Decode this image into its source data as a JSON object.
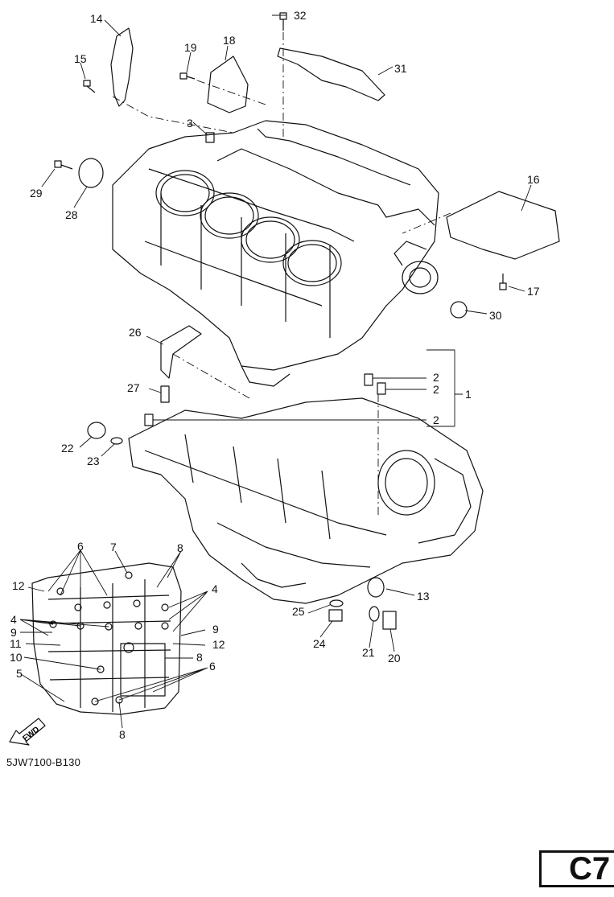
{
  "diagram_code": "5JW7100-B130",
  "page_tag": "C7",
  "fwd_label": "FWD",
  "callouts": [
    "1",
    "2",
    "2",
    "2",
    "3",
    "4",
    "4",
    "5",
    "6",
    "6",
    "7",
    "8",
    "8",
    "8",
    "9",
    "9",
    "10",
    "11",
    "12",
    "12",
    "13",
    "14",
    "15",
    "16",
    "17",
    "18",
    "19",
    "20",
    "21",
    "22",
    "23",
    "24",
    "25",
    "26",
    "27",
    "28",
    "29",
    "30",
    "31",
    "32"
  ]
}
